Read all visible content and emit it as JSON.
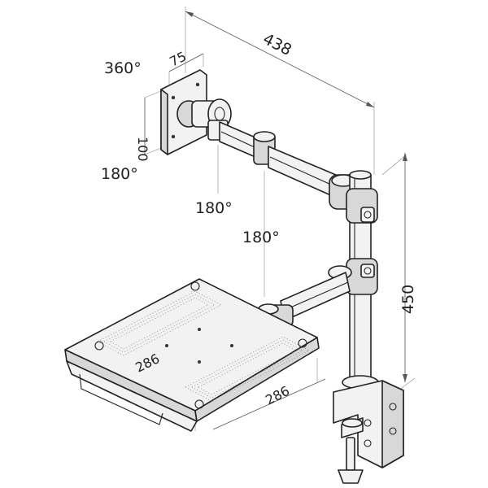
{
  "labels": {
    "rotate_360": "360°",
    "vesa_75": "75",
    "vesa_100": "100",
    "tilt_180": "180°",
    "swivel_arm_180": "180°",
    "swivel_lower_180": "180°",
    "width_438": "438",
    "height_450": "450",
    "tray_depth_286": "286",
    "tray_width_286": "286"
  }
}
